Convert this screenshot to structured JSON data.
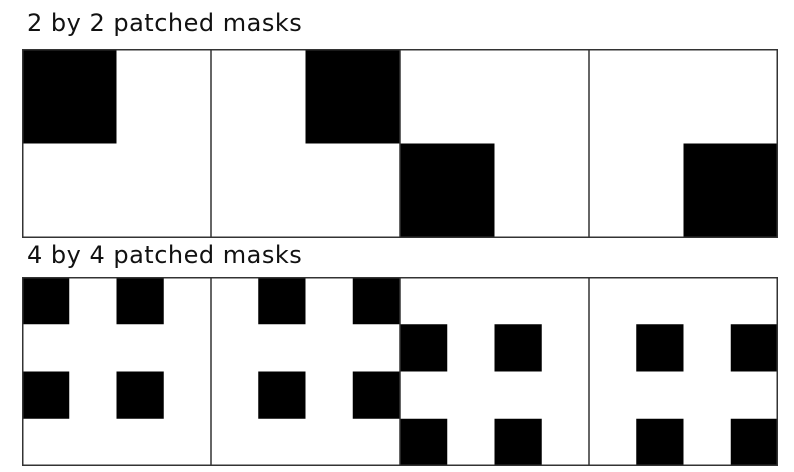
{
  "sections": [
    {
      "title": "2 by 2 patched masks",
      "grid": 2,
      "masks": [
        [
          [
            1,
            0
          ],
          [
            0,
            0
          ]
        ],
        [
          [
            0,
            1
          ],
          [
            0,
            0
          ]
        ],
        [
          [
            0,
            0
          ],
          [
            1,
            0
          ]
        ],
        [
          [
            0,
            0
          ],
          [
            0,
            1
          ]
        ]
      ]
    },
    {
      "title": "4 by 4 patched masks",
      "grid": 4,
      "masks": [
        [
          [
            1,
            0,
            1,
            0
          ],
          [
            0,
            0,
            0,
            0
          ],
          [
            1,
            0,
            1,
            0
          ],
          [
            0,
            0,
            0,
            0
          ]
        ],
        [
          [
            0,
            1,
            0,
            1
          ],
          [
            0,
            0,
            0,
            0
          ],
          [
            0,
            1,
            0,
            1
          ],
          [
            0,
            0,
            0,
            0
          ]
        ],
        [
          [
            0,
            0,
            0,
            0
          ],
          [
            1,
            0,
            1,
            0
          ],
          [
            0,
            0,
            0,
            0
          ],
          [
            1,
            0,
            1,
            0
          ]
        ],
        [
          [
            0,
            0,
            0,
            0
          ],
          [
            0,
            1,
            0,
            1
          ],
          [
            0,
            0,
            0,
            0
          ],
          [
            0,
            1,
            0,
            1
          ]
        ]
      ]
    }
  ],
  "colors": {
    "masked": "#000000",
    "unmasked": "#ffffff",
    "border": "#333333"
  }
}
